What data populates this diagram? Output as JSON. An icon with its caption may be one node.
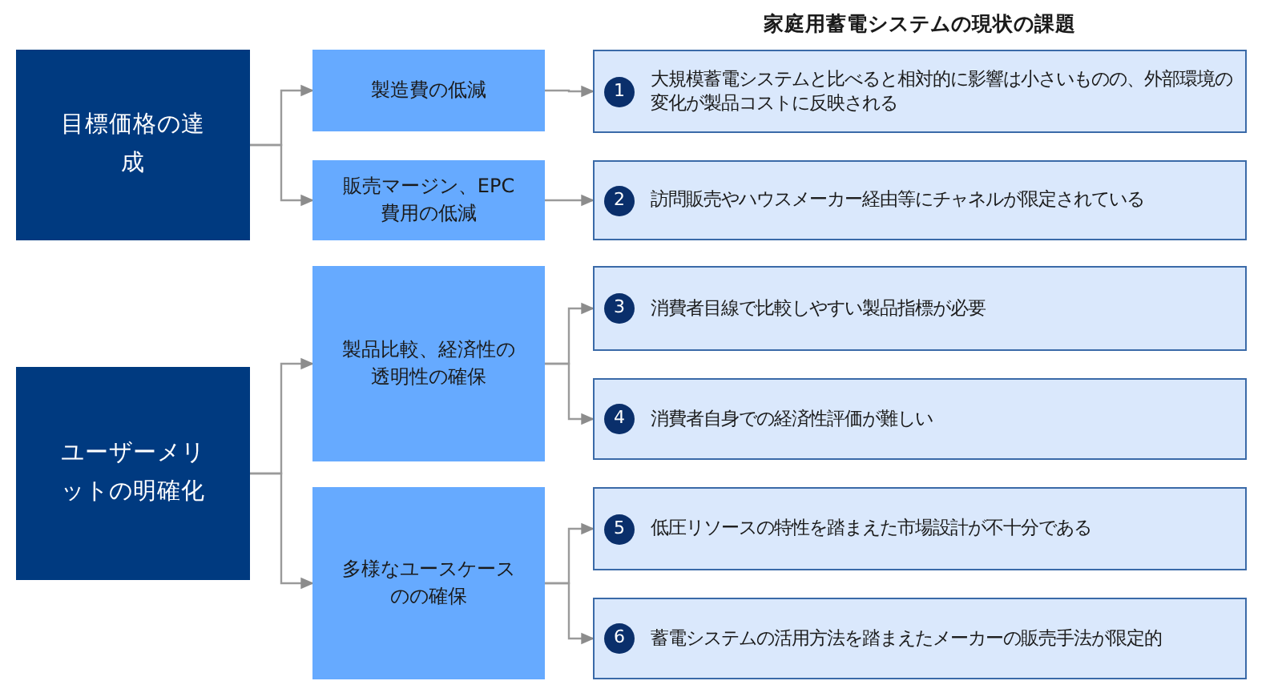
{
  "diagram": {
    "title": "家庭用蓄電システムの現状の課題",
    "nodes": [
      {
        "text": [
          "目標価格の達成"
        ]
      },
      {
        "text": [
          "ユーザーメリットの明確化"
        ]
      },
      {
        "text": [
          "製造費の低減"
        ]
      },
      {
        "text": [
          "販売マージン、EPC費用の低減"
        ]
      },
      {
        "text": [
          "製品比較、経済性の透明性の確保"
        ]
      },
      {
        "text": [
          "多様なユースケースのの確保"
        ]
      },
      {
        "text": [
          "1",
          "大規模蓄電システムと比べると相対的に影響は小さいものの、外部環境の変化が製品コストに反映される"
        ]
      },
      {
        "text": [
          "2",
          "訪問販売やハウスメーカー経由等にチャネルが限定されている"
        ]
      },
      {
        "text": [
          "3",
          "消費者目線で比較しやすい製品指標が必要"
        ]
      },
      {
        "text": [
          "4",
          "消費者自身での経済性評価が難しい"
        ]
      },
      {
        "text": [
          "5",
          "低圧リソースの特性を踏まえた市場設計が不十分である"
        ]
      },
      {
        "text": [
          "6",
          "蓄電システムの活用方法を踏まえたメーカーの販売手法が限定的"
        ]
      }
    ],
    "edges": [
      {
        "from": 0,
        "to": 2,
        "arrow": "to"
      },
      {
        "from": 0,
        "to": 3,
        "arrow": "to"
      },
      {
        "from": 1,
        "to": 4,
        "arrow": "to"
      },
      {
        "from": 1,
        "to": 5,
        "arrow": "to"
      },
      {
        "from": 2,
        "to": 6,
        "arrow": "to"
      },
      {
        "from": 3,
        "to": 7,
        "arrow": "to"
      },
      {
        "from": 4,
        "to": 8,
        "arrow": "to"
      },
      {
        "from": 4,
        "to": 9,
        "arrow": "to"
      },
      {
        "from": 5,
        "to": 10,
        "arrow": "to"
      },
      {
        "from": 5,
        "to": 11,
        "arrow": "to"
      }
    ]
  }
}
